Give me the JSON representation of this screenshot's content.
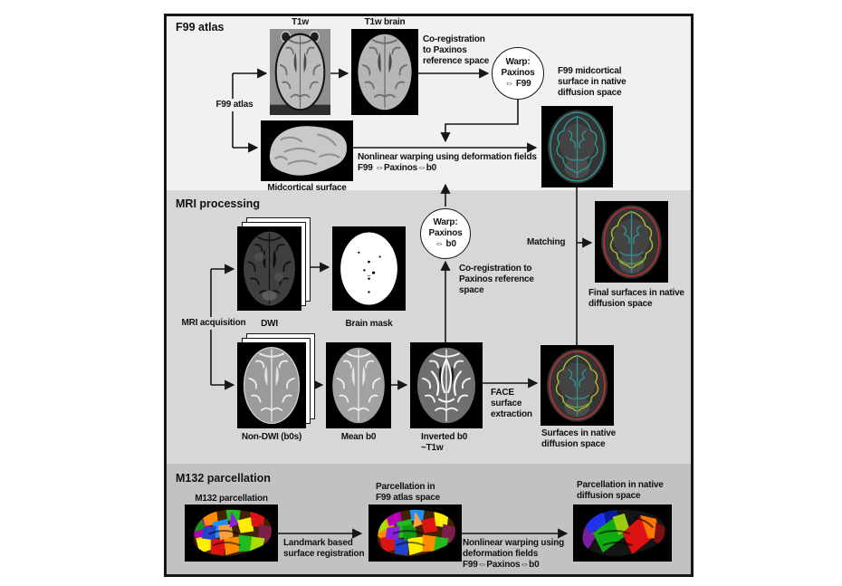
{
  "f99_atlas": {
    "title": "F99 atlas",
    "source_label": "F99 atlas",
    "t1w_label": "T1w",
    "t1w_brain_label": "T1w brain",
    "coregistration_text": "Co-registration\nto Paxinos\nreference space",
    "warp_circle_text": "Warp:\nPaxinos\n⇔ F99",
    "midcortical_label": "Midcortical surface",
    "nonlinear_warping_text": "Nonlinear warping using deformation fields\nF99 ⇔Paxinos⇔b0",
    "native_surface_caption": "F99 midcortical\nsurface in native\ndiffusion space"
  },
  "mri_processing": {
    "title": "MRI processing",
    "acquisition_label": "MRI acquisition",
    "dwi_label": "DWI",
    "brain_mask_label": "Brain mask",
    "warp_circle_text": "Warp:\nPaxinos\n⇔ b0",
    "coregistration_text": "Co-registration to\nPaxinos reference\nspace",
    "matching_label": "Matching",
    "final_surfaces_caption": "Final surfaces in native\ndiffusion space",
    "non_dwi_label": "Non-DWI (b0s)",
    "mean_b0_label": "Mean b0",
    "inverted_b0_label": "Inverted b0\n~T1w",
    "face_extraction_text": "FACE\nsurface\nextraction",
    "surfaces_caption": "Surfaces in native\ndiffusion space"
  },
  "m132_parcellation": {
    "title": "M132 parcellation",
    "m132_label": "M132 parcellation",
    "landmark_text": "Landmark based\nsurface registration",
    "parc_f99_caption": "Parcellation in\nF99 atlas space",
    "nonlinear_warping_text": "Nonlinear warping using\ndeformation fields\nF99⇔Paxinos⇔b0",
    "parc_native_caption": "Parcellation in native\ndiffusion space"
  },
  "colors": {
    "section_f99_bg": "#f1f1f1",
    "section_mri_bg": "#d7d7d7",
    "section_m132_bg": "#c2c2c2",
    "frame_border": "#161616",
    "contour_teal": "#2e9494",
    "contour_red": "#c03030",
    "contour_yellow": "#b8b830",
    "contour_green": "#5cb040"
  }
}
